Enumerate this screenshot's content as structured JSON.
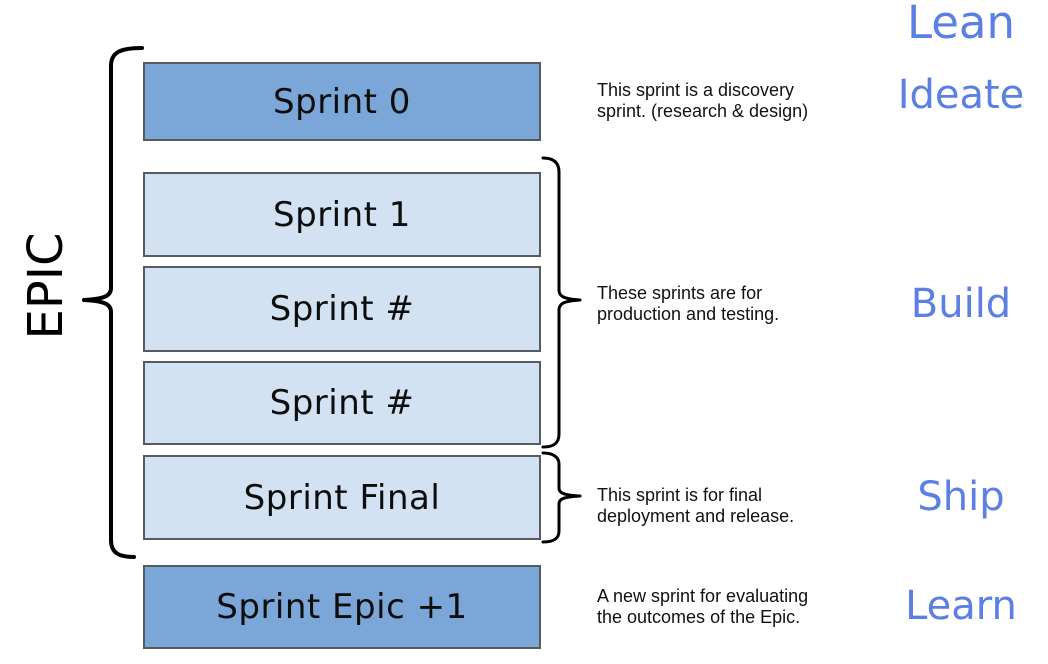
{
  "diagram": {
    "epic_label": "EPIC",
    "methodology_title": "Lean",
    "sprints": [
      {
        "label": "Sprint 0",
        "variant": "dark"
      },
      {
        "label": "Sprint 1",
        "variant": "light"
      },
      {
        "label": "Sprint #",
        "variant": "light"
      },
      {
        "label": "Sprint #",
        "variant": "light"
      },
      {
        "label": "Sprint Final",
        "variant": "light"
      },
      {
        "label": "Sprint Epic +1",
        "variant": "dark"
      }
    ],
    "annotations": [
      {
        "phase": "Ideate",
        "lines": [
          "This sprint is a discovery",
          "sprint. (research & design)"
        ]
      },
      {
        "phase": "Build",
        "lines": [
          "These sprints are for",
          "production and testing."
        ]
      },
      {
        "phase": "Ship",
        "lines": [
          "This sprint is for final",
          "deployment and release."
        ]
      },
      {
        "phase": "Learn",
        "lines": [
          "A new sprint for evaluating",
          "the outcomes of the Epic."
        ]
      }
    ]
  },
  "colors": {
    "box-dark": "#7aa6d8",
    "box-light": "#d3e2f2",
    "box-border": "#565b61",
    "accent-blue": "#5b7fe2"
  }
}
